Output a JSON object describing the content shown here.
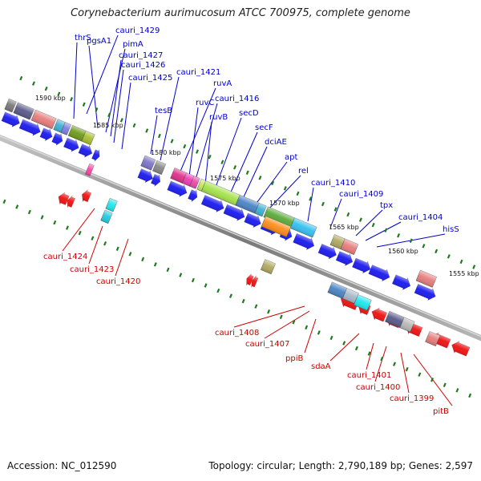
{
  "title": "Corynebacterium aurimucosum ATCC 700975, complete genome",
  "footer": {
    "accession": "Accession: NC_012590",
    "summary": "Topology: circular; Length: 2,790,189 bp; Genes: 2,597"
  },
  "colors": {
    "forward_label": "#0000cc",
    "reverse_label": "#cc0000",
    "forward_arrow": "#1a1aee",
    "reverse_arrow": "#ee1111",
    "backbone": "#888888",
    "tick": "#1f7a1f"
  },
  "scale_labels": [
    "1590 kbp",
    "1585 kbp",
    "1580 kbp",
    "1575 kbp",
    "1570 kbp",
    "1565 kbp",
    "1560 kbp",
    "1555 kbp"
  ],
  "forward_labels": [
    "thrS",
    "cauri_1429",
    "pgsA1",
    "pimA",
    "cauri_1427",
    "cauri_1426",
    "cauri_1425",
    "tesB",
    "cauri_1421",
    "ruvA",
    "ruvC",
    "cauri_1416",
    "ruvB",
    "secD",
    "secF",
    "dciAE",
    "apt",
    "rel",
    "cauri_1410",
    "cauri_1409",
    "tpx",
    "cauri_1404",
    "hisS"
  ],
  "reverse_labels": [
    "cauri_1424",
    "cauri_1423",
    "cauri_1420",
    "cauri_1408",
    "cauri_1407",
    "ppiB",
    "sdaA",
    "cauri_1401",
    "cauri_1400",
    "cauri_1399",
    "pitB"
  ]
}
